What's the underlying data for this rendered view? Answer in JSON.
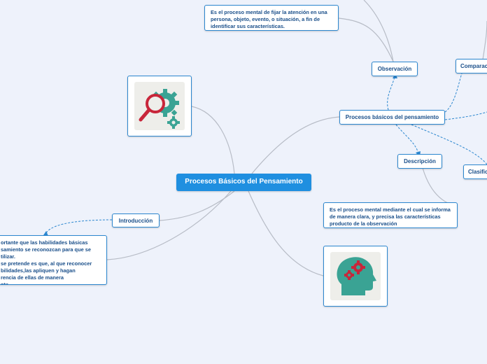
{
  "central": "Procesos Básicos del Pensamiento",
  "introduccion": {
    "label": "Introducción",
    "note": "ortante que las habilidades básicas\nsamiento se reconozcan para que se\ntilizar.\nse pretende es que, al que reconocer\nbilidades,las apliquen y hagan\nrencia de ellas de manera\nnte."
  },
  "procesos": {
    "label": "Procesos básicos del pensamiento",
    "observacion": {
      "label": "Observación",
      "definition": "Es el proceso mental de fijar la atención en una persona, objeto, evento, o situación, a fin de identificar sus características."
    },
    "descripcion": {
      "label": "Descripción",
      "definition": "Es el proceso mental mediante el cual se informa de manera clara, y precisa las características producto de la observación"
    },
    "comparacion": {
      "label": "Comparac"
    },
    "clasificacion": {
      "label": "Clasific"
    }
  },
  "icons": {
    "top": "magnifier-gears-icon",
    "bottom": "head-gears-icon"
  },
  "colors": {
    "background": "#eef2fb",
    "accent": "#1f8fe0",
    "border": "#2c87cf",
    "text": "#1a4f8a",
    "line": "#b7bcc6",
    "teal": "#3aa394",
    "red": "#c8263a"
  }
}
